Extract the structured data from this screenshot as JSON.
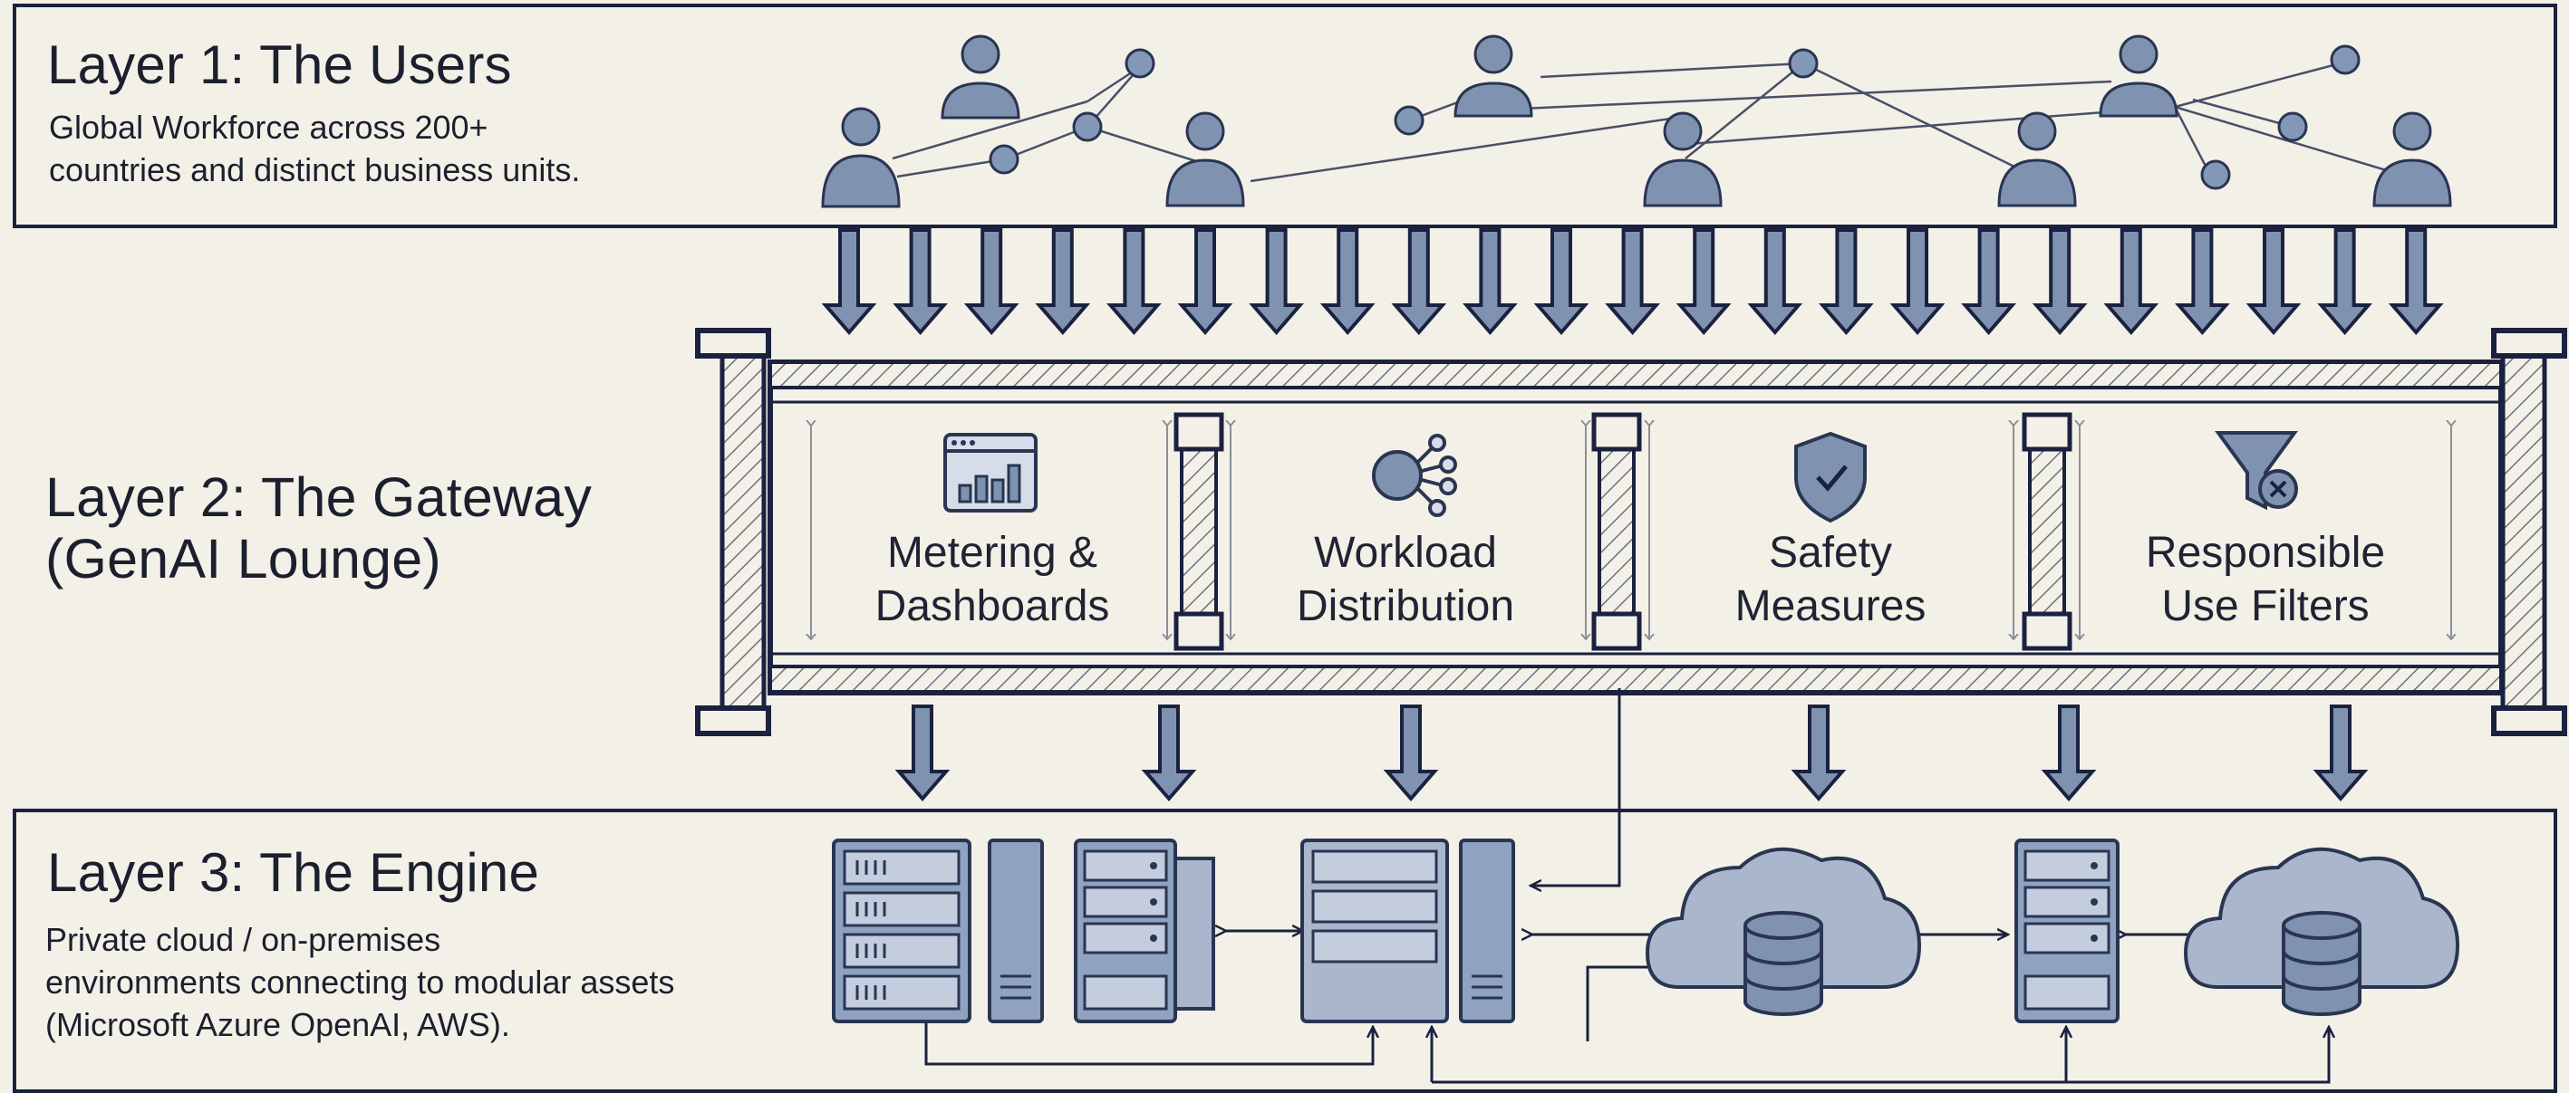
{
  "layer1": {
    "title": "Layer 1: The Users",
    "description_lines": [
      "Global Workforce across 200+",
      "countries and distinct business units."
    ]
  },
  "layer2": {
    "title_lines": [
      "Layer 2: The Gateway",
      "(GenAI Lounge)"
    ],
    "modules": [
      {
        "lines": [
          "Metering &",
          "Dashboards"
        ],
        "icon": "dashboard-chart-icon"
      },
      {
        "lines": [
          "Workload",
          "Distribution"
        ],
        "icon": "distribution-nodes-icon"
      },
      {
        "lines": [
          "Safety",
          "Measures"
        ],
        "icon": "shield-check-icon"
      },
      {
        "lines": [
          "Responsible",
          "Use Filters"
        ],
        "icon": "funnel-filter-icon"
      }
    ]
  },
  "layer3": {
    "title": "Layer 3: The Engine",
    "description_lines": [
      "Private cloud / on-premises",
      "environments connecting to modular assets",
      "(Microsoft Azure OpenAI, AWS)."
    ]
  },
  "colors": {
    "background": "#f3f1e7",
    "outline": "#1b2140",
    "icon_fill": "#7f93b1",
    "icon_stroke": "#2a3552",
    "hatch": "#6c7280"
  }
}
